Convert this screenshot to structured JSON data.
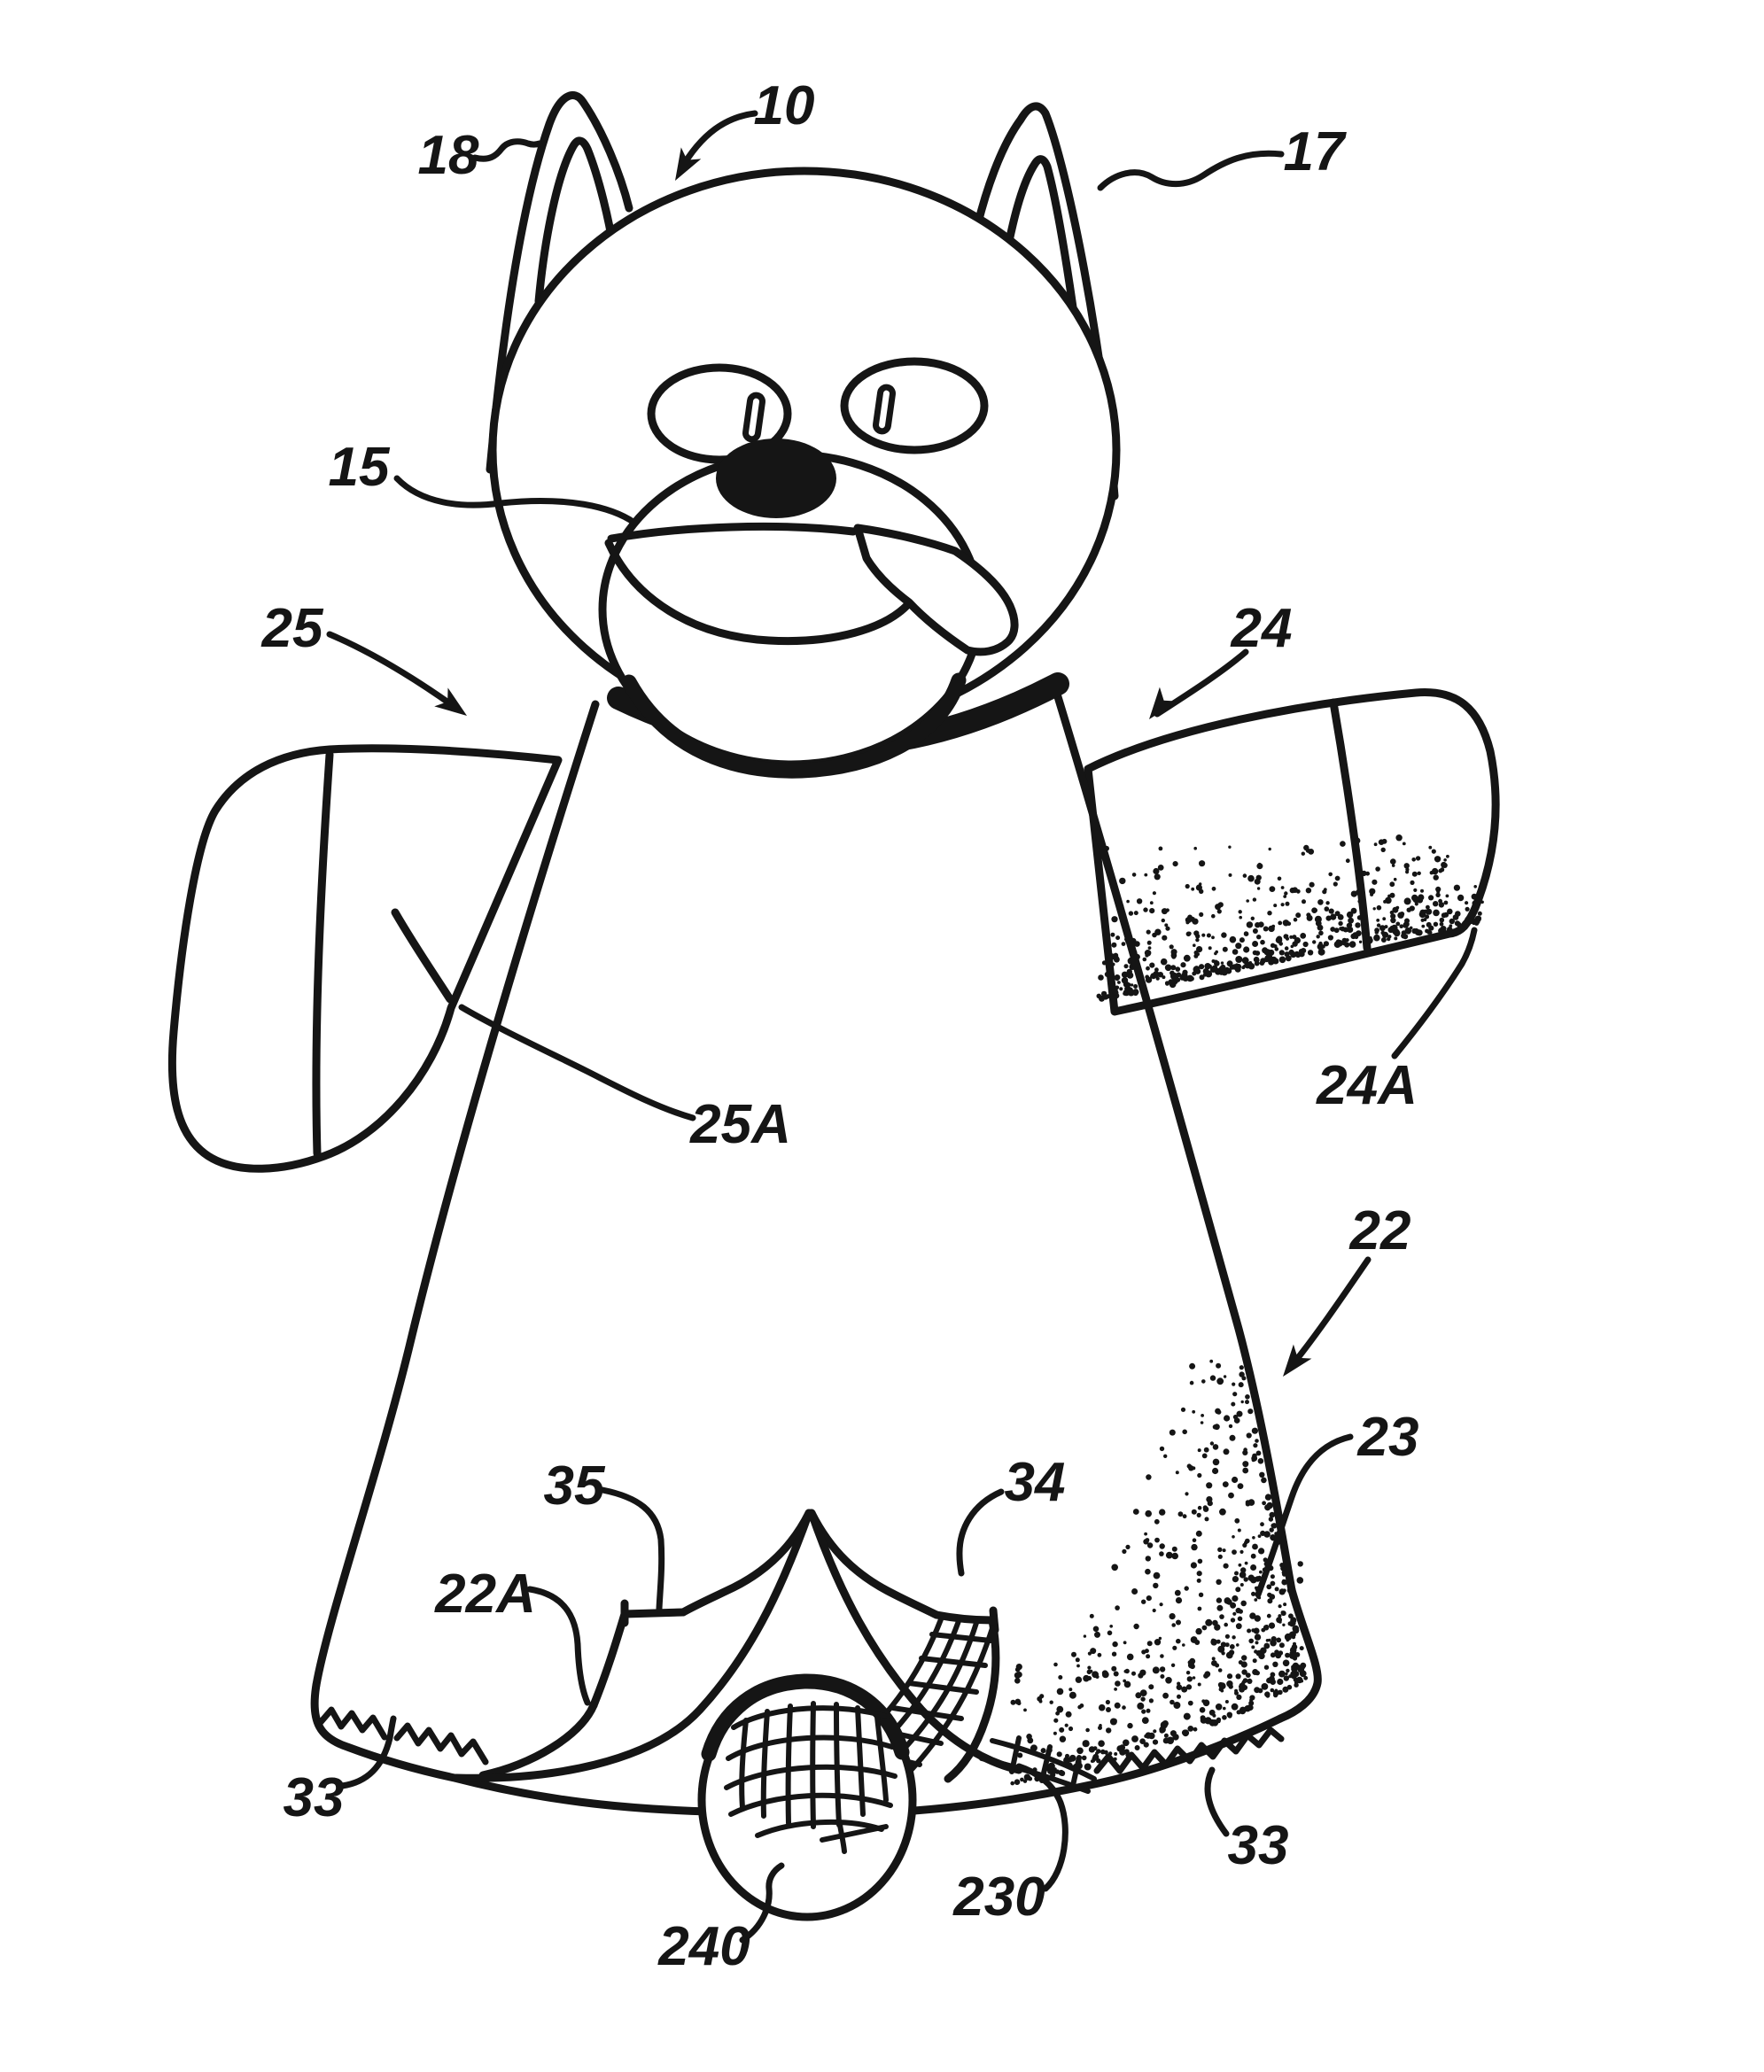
{
  "colors": {
    "ink": "#151515",
    "background": "#ffffff"
  },
  "figure": {
    "kind": "patent-line-drawing-hand-puppet",
    "labels": {
      "ref10": "10",
      "ref15": "15",
      "ref17": "17",
      "ref18": "18",
      "ref22": "22",
      "ref22a": "22A",
      "ref23": "23",
      "ref24": "24",
      "ref24a": "24A",
      "ref25": "25",
      "ref25a": "25A",
      "ref33_left": "33",
      "ref33_right": "33",
      "ref34": "34",
      "ref35": "35",
      "ref230": "230",
      "ref240": "240"
    }
  }
}
